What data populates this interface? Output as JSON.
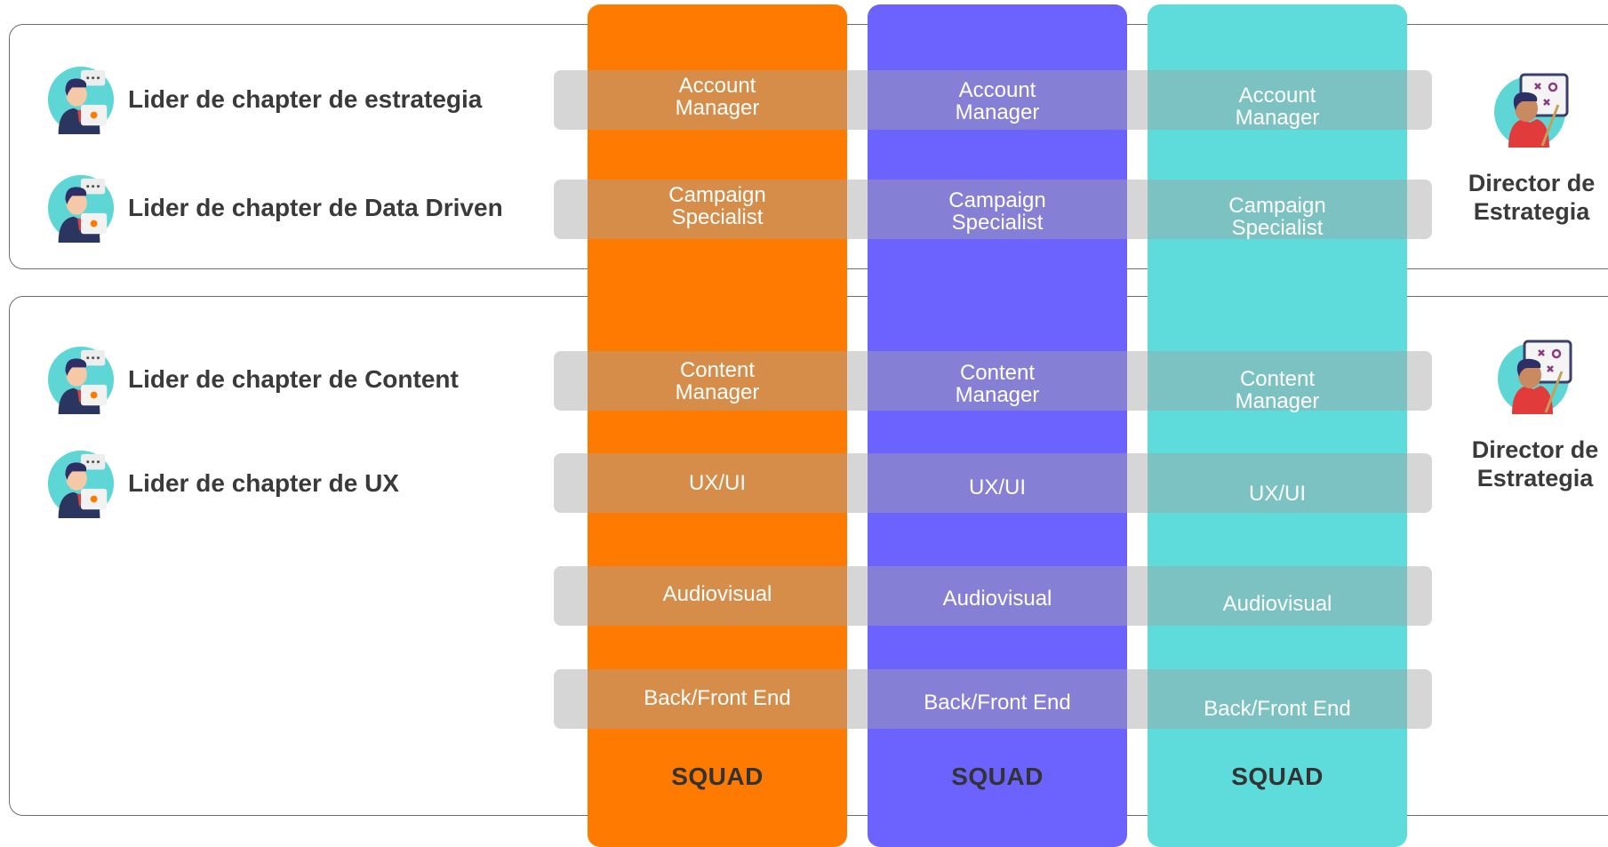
{
  "colors": {
    "orange_squad": "#FF7A00",
    "purple_squad": "#6C63FF",
    "teal_squad": "#5EDBDB",
    "band_overlay": "#A5A5A5",
    "label_text": "#3A3A3A"
  },
  "groups": [
    {
      "leaders": [
        "Lider de chapter de estrategia",
        "Lider de chapter de Data Driven"
      ],
      "director": "Director de\nEstrategia"
    },
    {
      "leaders": [
        "Lider de chapter de Content",
        "Lider de chapter de UX"
      ],
      "director": "Director de\nEstrategia"
    }
  ],
  "roles": {
    "account_manager": "Account\nManager",
    "campaign_specialist": "Campaign\nSpecialist",
    "content_manager": "Content\nManager",
    "ux_ui": "UX/UI",
    "audiovisual": "Audiovisual",
    "back_front_end": "Back/Front End"
  },
  "squads": [
    {
      "label": "SQUAD"
    },
    {
      "label": "SQUAD"
    },
    {
      "label": "SQUAD"
    }
  ],
  "icons": {
    "leader": "chapter-leader-avatar-icon",
    "director": "director-strategy-board-icon"
  }
}
